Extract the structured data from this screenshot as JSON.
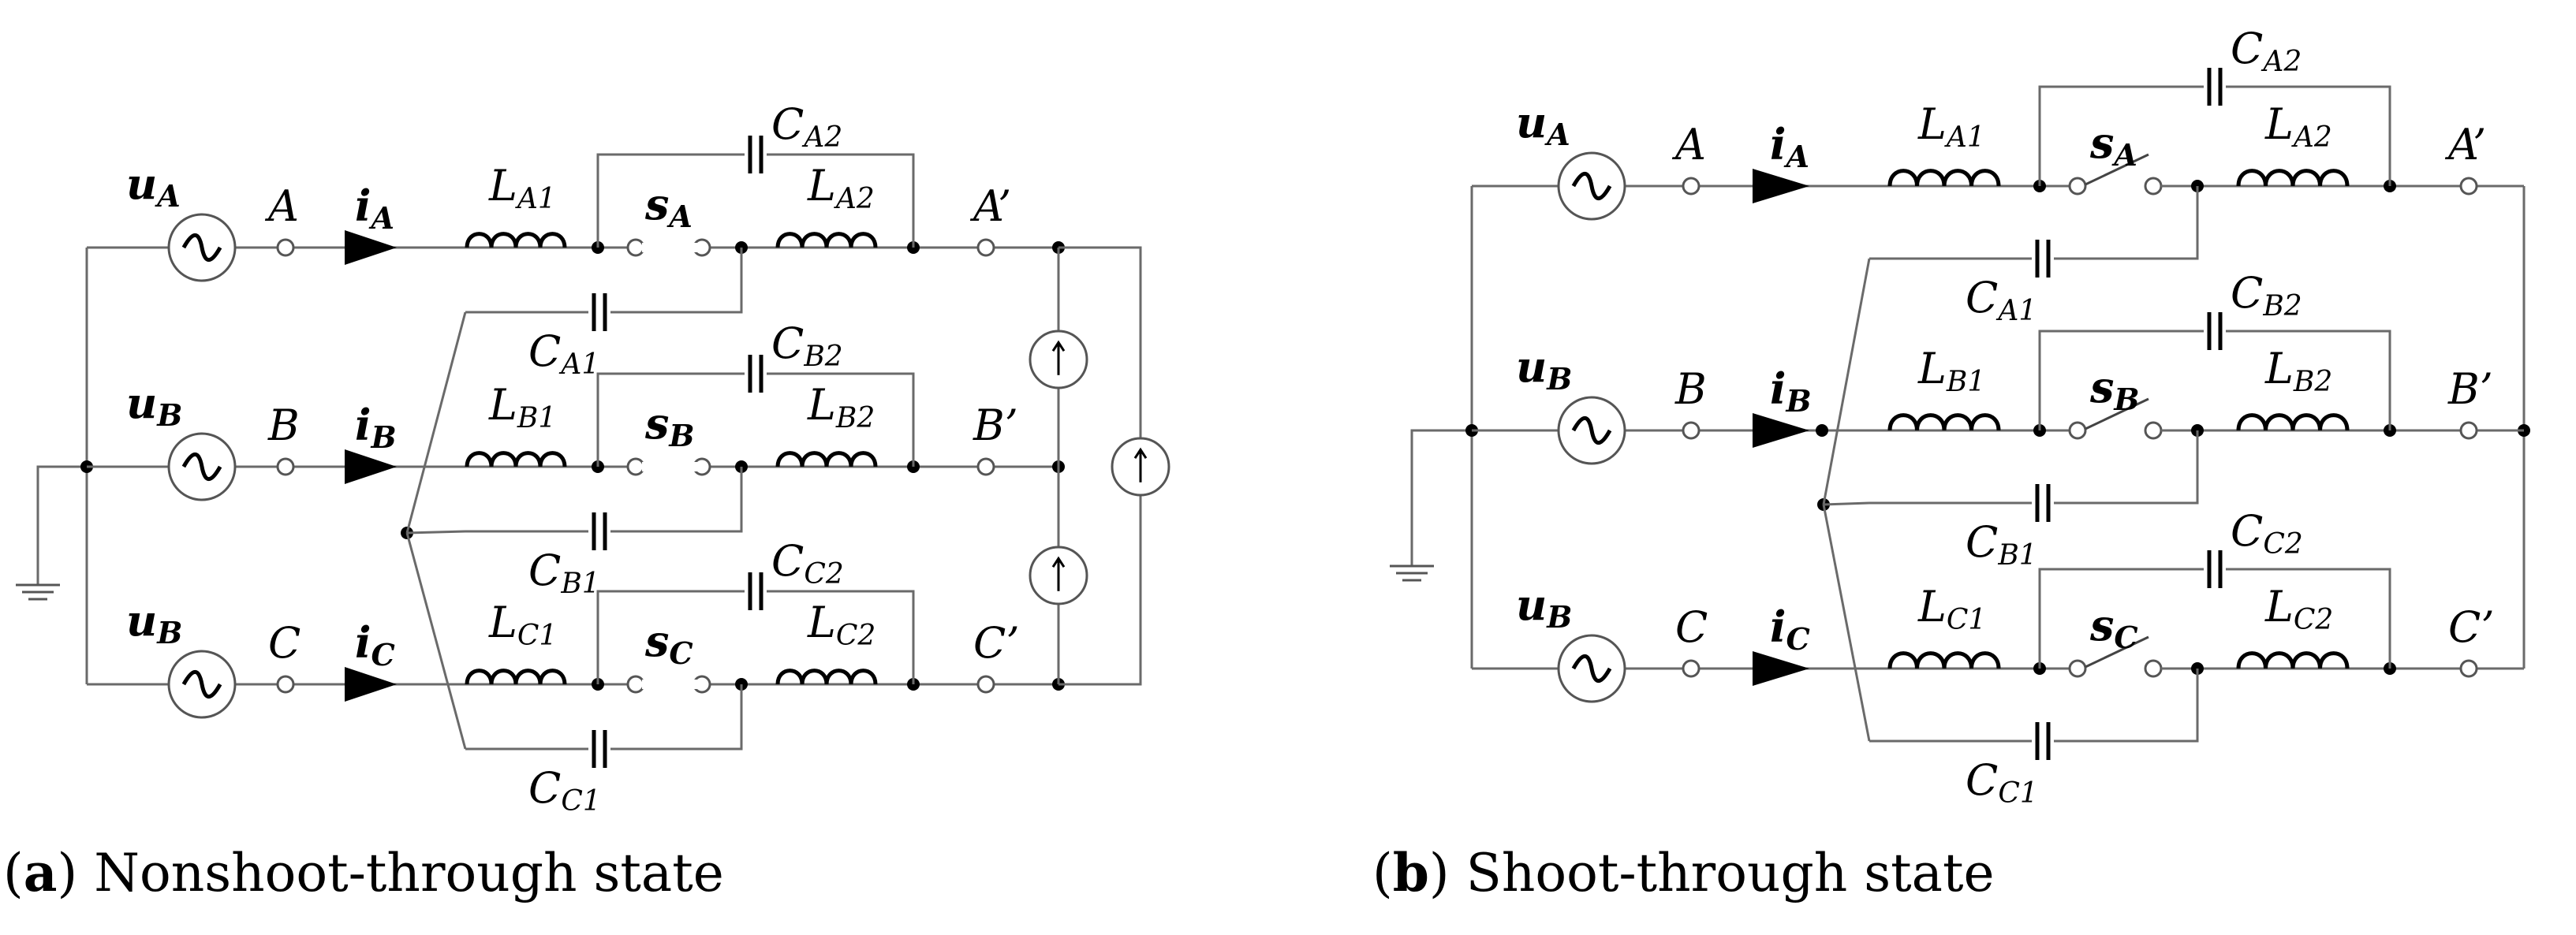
{
  "caption_a": {
    "letter": "a",
    "text": " Nonshoot-through state"
  },
  "caption_b": {
    "letter": "b",
    "text": " Shoot-through state"
  },
  "labels": {
    "uA": [
      "u",
      "A"
    ],
    "uB": [
      "u",
      "B"
    ],
    "A": "A",
    "B": "B",
    "C": "C",
    "A_prime": "A’",
    "B_prime": "B’",
    "C_prime": "C’",
    "iA": [
      "i",
      "A"
    ],
    "iB": [
      "i",
      "B"
    ],
    "iC": [
      "i",
      "C"
    ],
    "LA1": [
      "L",
      "A1"
    ],
    "LA2": [
      "L",
      "A2"
    ],
    "LB1": [
      "L",
      "B1"
    ],
    "LB2": [
      "L",
      "B2"
    ],
    "LC1": [
      "L",
      "C1"
    ],
    "LC2": [
      "L",
      "C2"
    ],
    "CA1": [
      "C",
      "A1"
    ],
    "CA2": [
      "C",
      "A2"
    ],
    "CB1": [
      "C",
      "B1"
    ],
    "CB2": [
      "C",
      "B2"
    ],
    "CC1": [
      "C",
      "C1"
    ],
    "CC2": [
      "C",
      "C2"
    ],
    "sA": [
      "s",
      "A"
    ],
    "sB": [
      "s",
      "B"
    ],
    "sC": [
      "s",
      "C"
    ]
  },
  "panel_a": {
    "phases": [
      {
        "source": "uA",
        "node": "A",
        "current": "iA",
        "L1": "LA1",
        "switch": "sA",
        "L2": "LA2",
        "out": "A_prime",
        "Cbridge": "CA2",
        "Clower": "CA1"
      },
      {
        "source": "uB",
        "node": "B",
        "current": "iB",
        "L1": "LB1",
        "switch": "sB",
        "L2": "LB2",
        "out": "B_prime",
        "Cbridge": "CB2",
        "Clower": "CB1"
      },
      {
        "source": "uB",
        "node": "C",
        "current": "iC",
        "L1": "LC1",
        "switch": "sC",
        "L2": "LC2",
        "out": "C_prime",
        "Cbridge": "CC2",
        "Clower": "CC1"
      }
    ]
  },
  "panel_b": {
    "phases": [
      {
        "source": "uA",
        "node": "A",
        "current": "iA",
        "L1": "LA1",
        "switch": "sA",
        "L2": "LA2",
        "out": "A_prime",
        "Cbridge": "CA2",
        "Clower": "CA1"
      },
      {
        "source": "uB",
        "node": "B",
        "current": "iB",
        "L1": "LB1",
        "switch": "sB",
        "L2": "LB2",
        "out": "B_prime",
        "Cbridge": "CB2",
        "Clower": "CB1"
      },
      {
        "source": "uB",
        "node": "C",
        "current": "iC",
        "L1": "LC1",
        "switch": "sC",
        "L2": "LC2",
        "out": "C_prime",
        "Cbridge": "CC2",
        "Clower": "CC1"
      }
    ]
  }
}
